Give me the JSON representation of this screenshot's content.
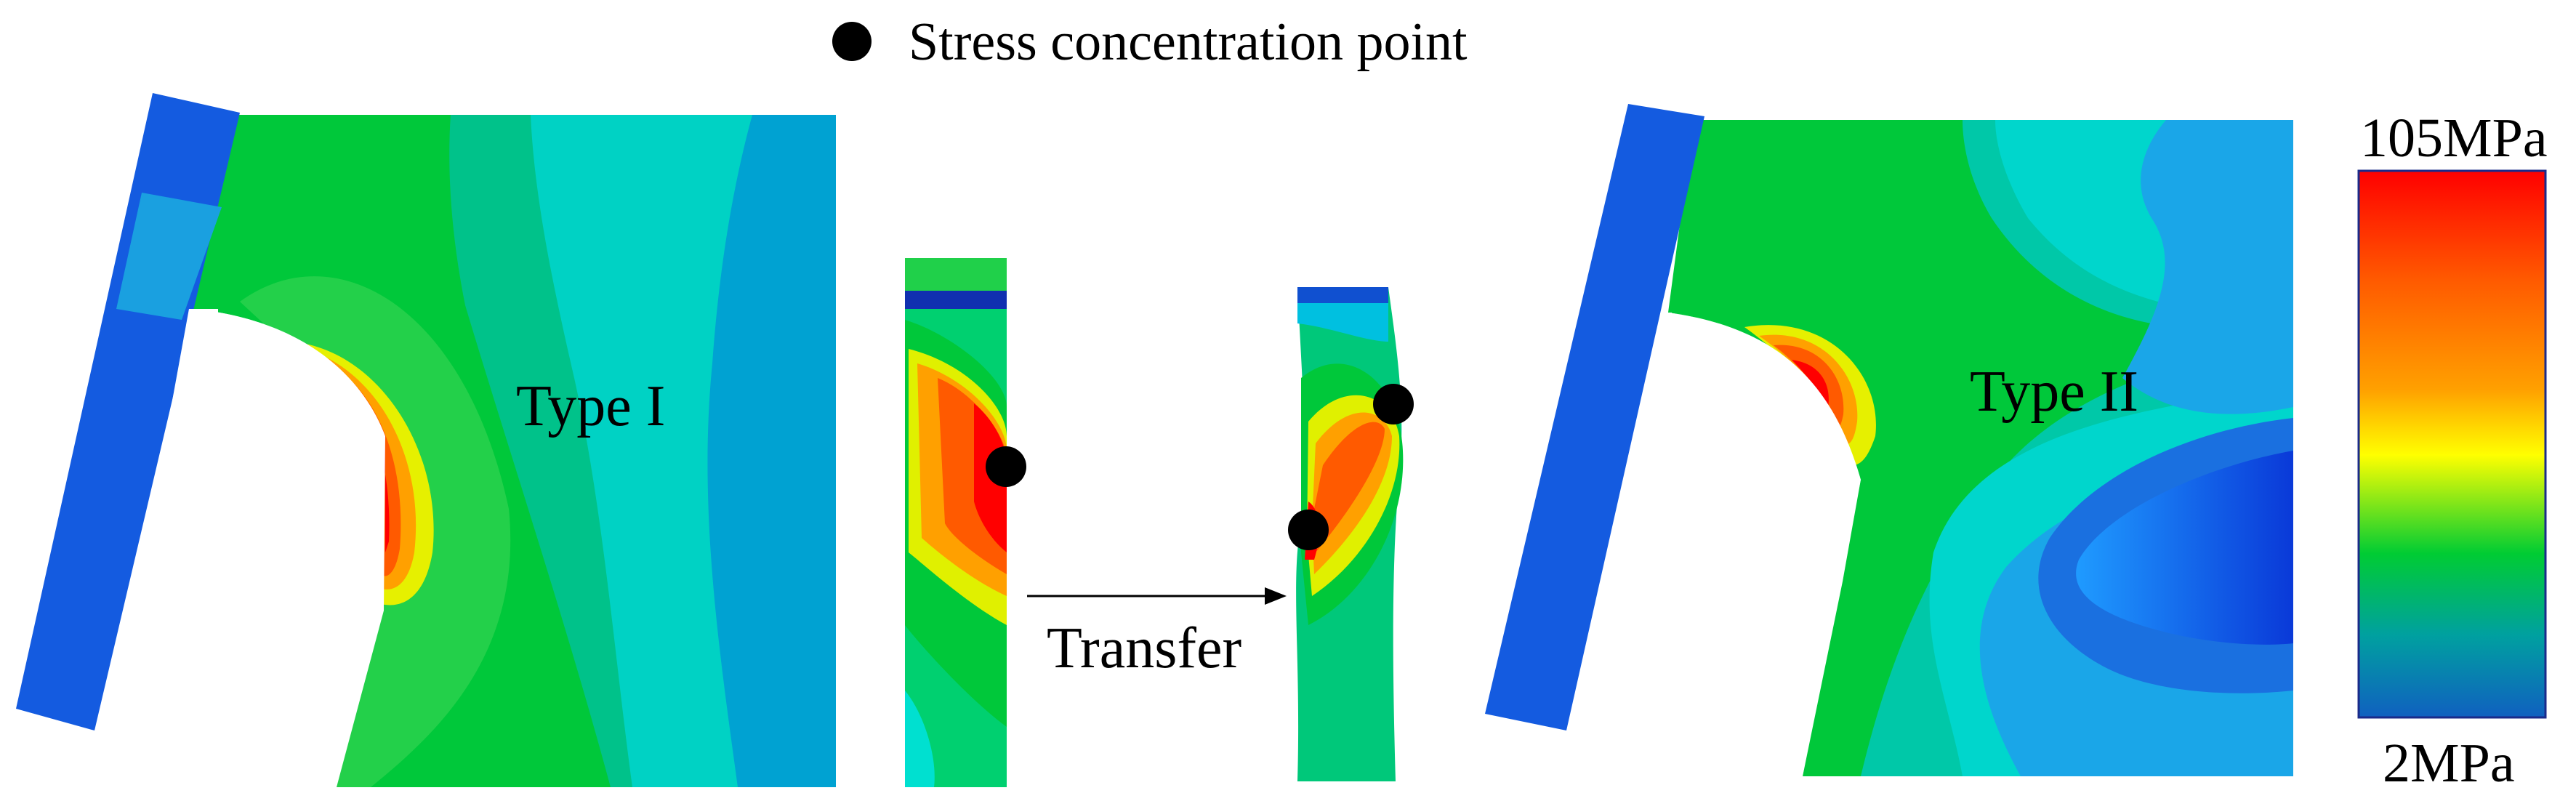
{
  "legend": {
    "marker_label": "Stress concentration point",
    "marker_color": "#000000"
  },
  "panels": {
    "type1_label": "Type I",
    "type2_label": "Type II",
    "transfer_label": "Transfer"
  },
  "colorbar": {
    "max_label": "105MPa",
    "min_label": "2MPa",
    "colors_top_to_bottom": [
      "#ff0000",
      "#ff5a00",
      "#ffa000",
      "#ffff00",
      "#00cc33",
      "#00a0a0",
      "#1060c0"
    ]
  }
}
